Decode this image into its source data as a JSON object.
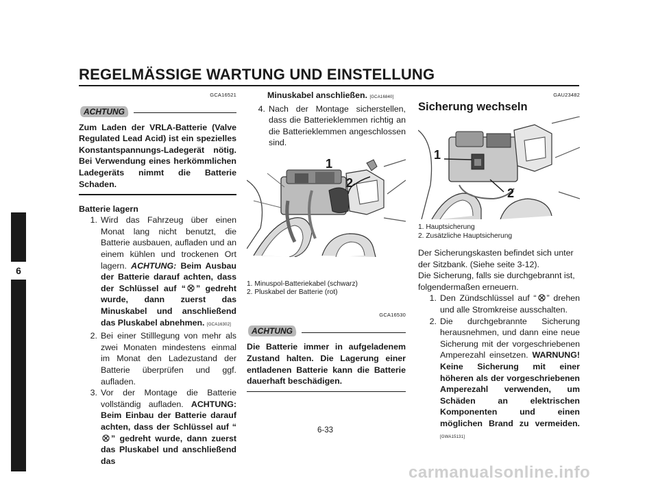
{
  "header": {
    "title": "REGELMÄSSIGE WARTUNG UND EINSTELLUNG"
  },
  "tab": {
    "chapter": "6"
  },
  "col1": {
    "code1": "GCA16521",
    "notice_label": "ACHTUNG",
    "notice_text": "Zum Laden der VRLA-Batterie (Valve Regulated Lead Acid) ist ein spezielles Konstantspannungs-Ladegerät nötig. Bei Verwendung eines herkömmlichen Ladegeräts nimmt die Batterie Schaden.",
    "storage_title": "Batterie lagern",
    "item1_num": "1.",
    "item1_text": "Wird das Fahrzeug über einen Monat lang nicht benutzt, die Batterie ausbauen, aufladen und an einem kühlen und trockenen Ort lagern.",
    "item1_achtung": "ACHTUNG:",
    "item1_bold_a": "Beim Ausbau der Batterie darauf achten, dass der Schlüssel auf “",
    "item1_bold_b": "” gedreht wurde, dann zuerst das Minuskabel und anschließend das Pluskabel abnehmen.",
    "item1_code": "[GCA16302]",
    "item2_num": "2.",
    "item2_text": "Bei einer Stilllegung von mehr als zwei Monaten mindestens einmal im Monat den Ladezustand der Batterie überprüfen und ggf. aufladen.",
    "item3_num": "3.",
    "item3_text": "Vor der Montage die Batterie vollständig aufladen.",
    "item3_bold_a": "ACHTUNG: Beim Einbau der Batterie darauf achten, dass der Schlüssel auf “",
    "item3_bold_b": "” gedreht wurde, dann zuerst das Pluskabel und anschließend das"
  },
  "col2": {
    "cont_bold": "Minuskabel anschließen.",
    "cont_code": "[GCA16840]",
    "item4_num": "4.",
    "item4_text": "Nach der Montage sicherstellen, dass die Batterieklemmen richtig an die Batterieklemmen angeschlossen sind.",
    "callout1": "1",
    "callout2": "2",
    "caption1": "1. Minuspol-Batteriekabel (schwarz)",
    "caption2": "2. Pluskabel der Batterie (rot)",
    "code2": "GCA16530",
    "notice_label": "ACHTUNG",
    "notice_text": "Die Batterie immer in aufgeladenem Zustand halten. Die Lagerung einer entladenen Batterie kann die Batterie dauerhaft beschädigen."
  },
  "col3": {
    "code3": "GAU23482",
    "title": "Sicherung wechseln",
    "callout1": "1",
    "callout2": "2",
    "caption1": "1. Hauptsicherung",
    "caption2": "2. Zusätzliche Hauptsicherung",
    "para1": "Der Sicherungskasten befindet sich unter der Sitzbank. (Siehe seite 3-12).",
    "para2": "Die Sicherung, falls sie durchgebrannt ist, folgendermaßen erneuern.",
    "item1_num": "1.",
    "item1_text_a": "Den Zündschlüssel auf “",
    "item1_text_b": "” drehen und alle Stromkreise ausschalten.",
    "item2_num": "2.",
    "item2_text": "Die durchgebrannte Sicherung herausnehmen, und dann eine neue Sicherung mit der vorgeschriebenen Amperezahl einsetzen.",
    "item2_bold": "WARNUNG! Keine Sicherung mit einer höheren als der vorgeschriebenen Amperezahl verwenden, um Schäden an elektrischen Komponenten und einen möglichen Brand zu vermeiden.",
    "item2_code": "[GWA15131]"
  },
  "footer": {
    "page_number": "6-33",
    "watermark": "carmanualsonline.info"
  },
  "icons": {
    "key_off": "key-off-icon"
  }
}
